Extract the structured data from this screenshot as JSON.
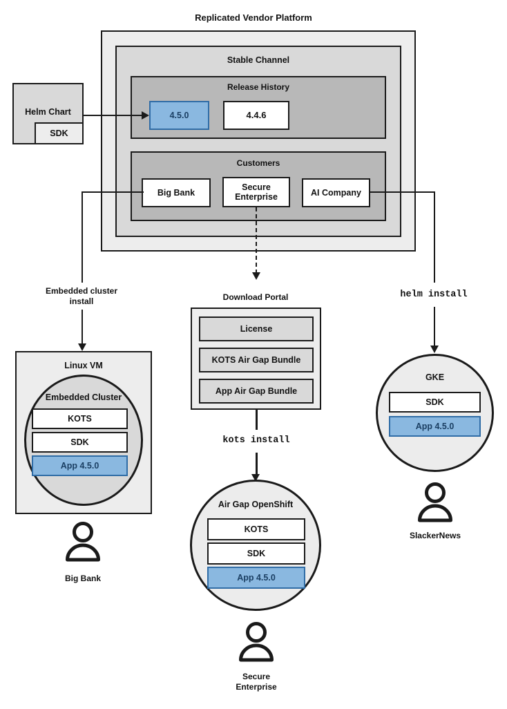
{
  "diagram": {
    "title": "Replicated Vendor Platform",
    "colors": {
      "accent_blue_fill": "#8ab8e0",
      "accent_blue_border": "#2f6ca6",
      "accent_blue_text": "#1b3f63",
      "outline": "#1a1a1a",
      "platform_bg": "#ededed",
      "channel_bg": "#d9d9d9",
      "section_bg": "#b8b8b8",
      "circle_bg": "#ececec",
      "embedded_cluster_bg": "#d9d9d9"
    }
  },
  "helm_chart": {
    "label": "Helm Chart",
    "sdk_label": "SDK"
  },
  "platform": {
    "channel": {
      "label": "Stable Channel",
      "release_history": {
        "label": "Release History",
        "releases": [
          {
            "version": "4.5.0",
            "highlighted": true
          },
          {
            "version": "4.4.6",
            "highlighted": false
          }
        ]
      },
      "customers": {
        "label": "Customers",
        "items": [
          {
            "name": "Big Bank"
          },
          {
            "name": "Secure Enterprise"
          },
          {
            "name": "AI Company"
          }
        ]
      }
    }
  },
  "flows": {
    "embedded_cluster_install": "Embedded cluster install",
    "embedded_cluster_install_line1": "Embedded cluster",
    "embedded_cluster_install_line2": "install",
    "kots_install": "kots install",
    "helm_install": "helm install"
  },
  "download_portal": {
    "label": "Download Portal",
    "artifacts": [
      {
        "name": "License"
      },
      {
        "name": "KOTS Air Gap Bundle"
      },
      {
        "name": "App Air Gap Bundle"
      }
    ]
  },
  "targets": {
    "linux_vm": {
      "label": "Linux VM",
      "cluster_label": "Embedded Cluster",
      "components": [
        {
          "name": "KOTS",
          "highlighted": false
        },
        {
          "name": "SDK",
          "highlighted": false
        },
        {
          "name": "App 4.5.0",
          "highlighted": true
        }
      ],
      "customer": "Big Bank"
    },
    "airgap_openshift": {
      "label": "Air Gap OpenShift",
      "components": [
        {
          "name": "KOTS",
          "highlighted": false
        },
        {
          "name": "SDK",
          "highlighted": false
        },
        {
          "name": "App 4.5.0",
          "highlighted": true
        }
      ],
      "customer_line1": "Secure",
      "customer_line2": "Enterprise"
    },
    "gke": {
      "label": "GKE",
      "components": [
        {
          "name": "SDK",
          "highlighted": false
        },
        {
          "name": "App 4.5.0",
          "highlighted": true
        }
      ],
      "customer": "SlackerNews"
    }
  }
}
